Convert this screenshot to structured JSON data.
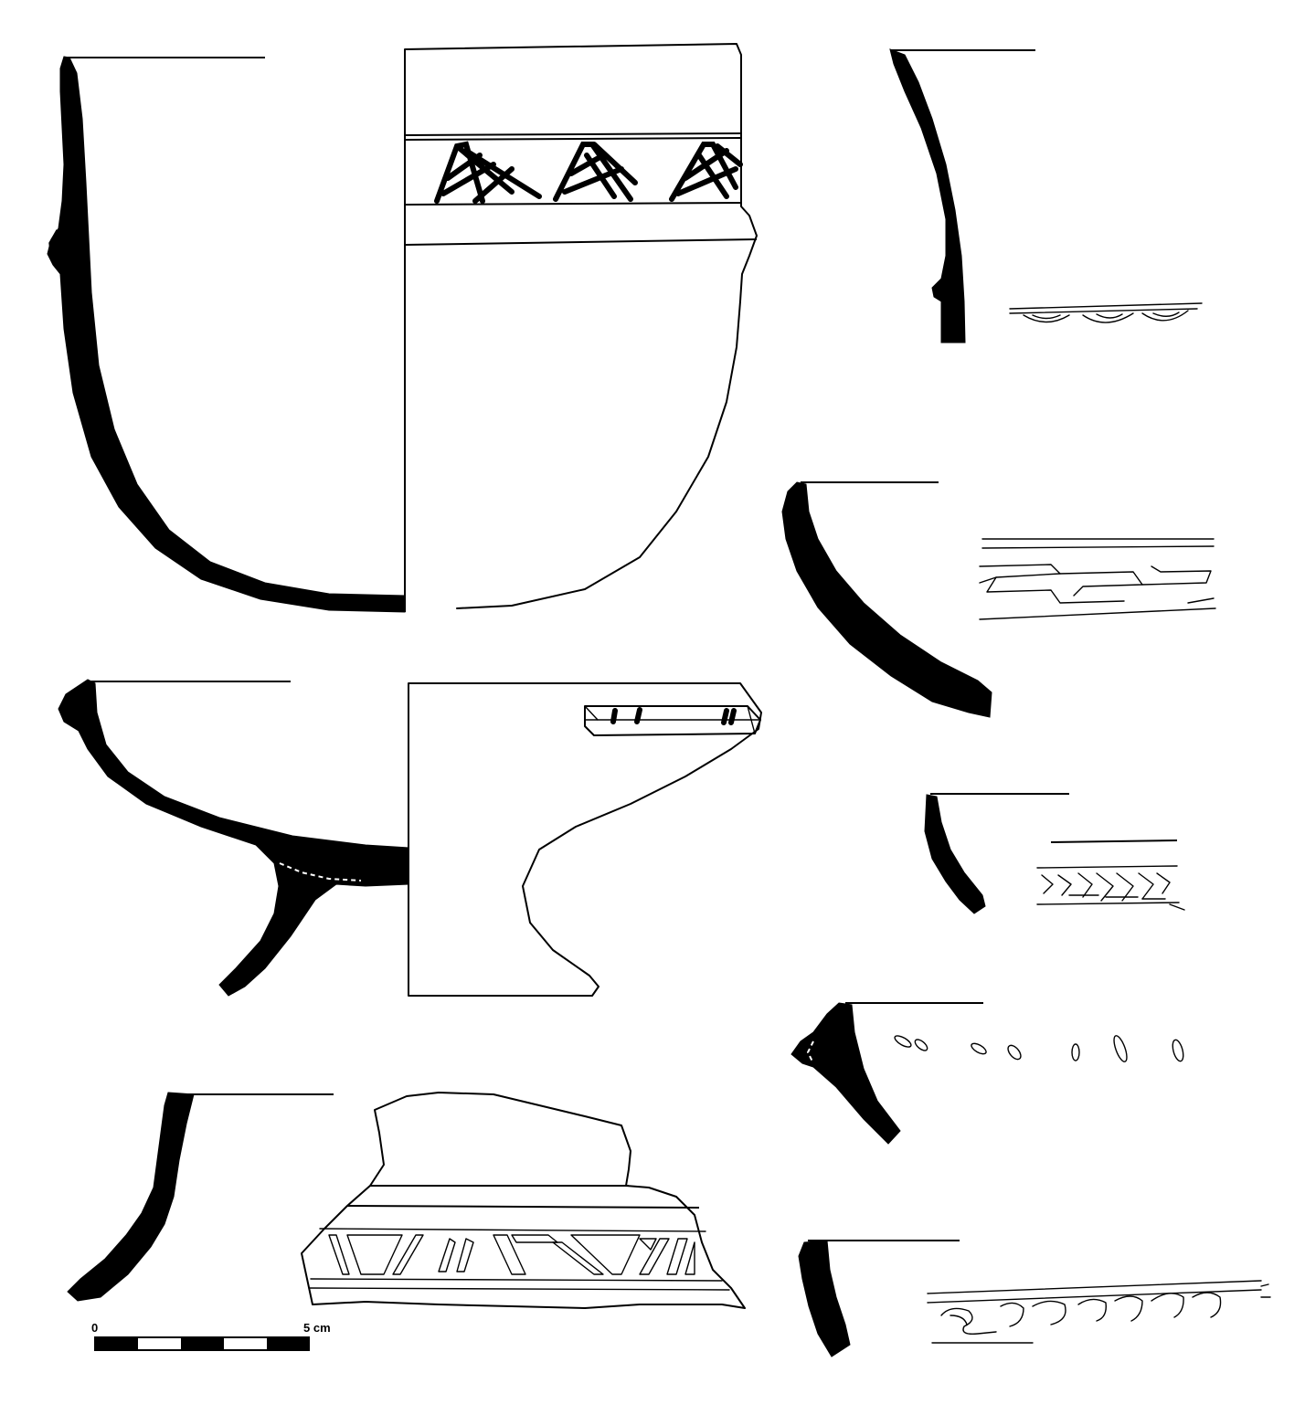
{
  "scale_bar": {
    "start_label": "0",
    "end_label": "5 cm",
    "segments": 5
  },
  "colors": {
    "ink": "#000000",
    "paper": "#ffffff"
  }
}
